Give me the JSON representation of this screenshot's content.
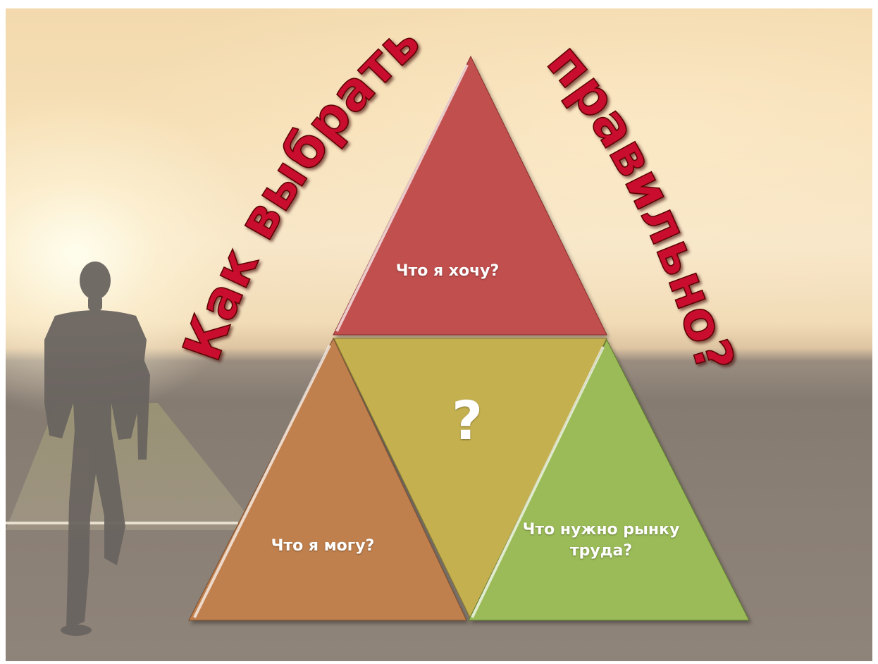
{
  "title_left": "Как выбрать",
  "title_right": "правильно?",
  "triangles": {
    "top": {
      "label": "Что я хочу?",
      "color": "#c0504d"
    },
    "left": {
      "label": "Что я могу?",
      "color": "#c0804d"
    },
    "center": {
      "label": "?",
      "color": "#c4b04f"
    },
    "right": {
      "label": "Что нужно рынку труда?",
      "color": "#9bbb59"
    }
  },
  "colors": {
    "title_text": "#c8102e",
    "silhouette": "#6a6460"
  }
}
